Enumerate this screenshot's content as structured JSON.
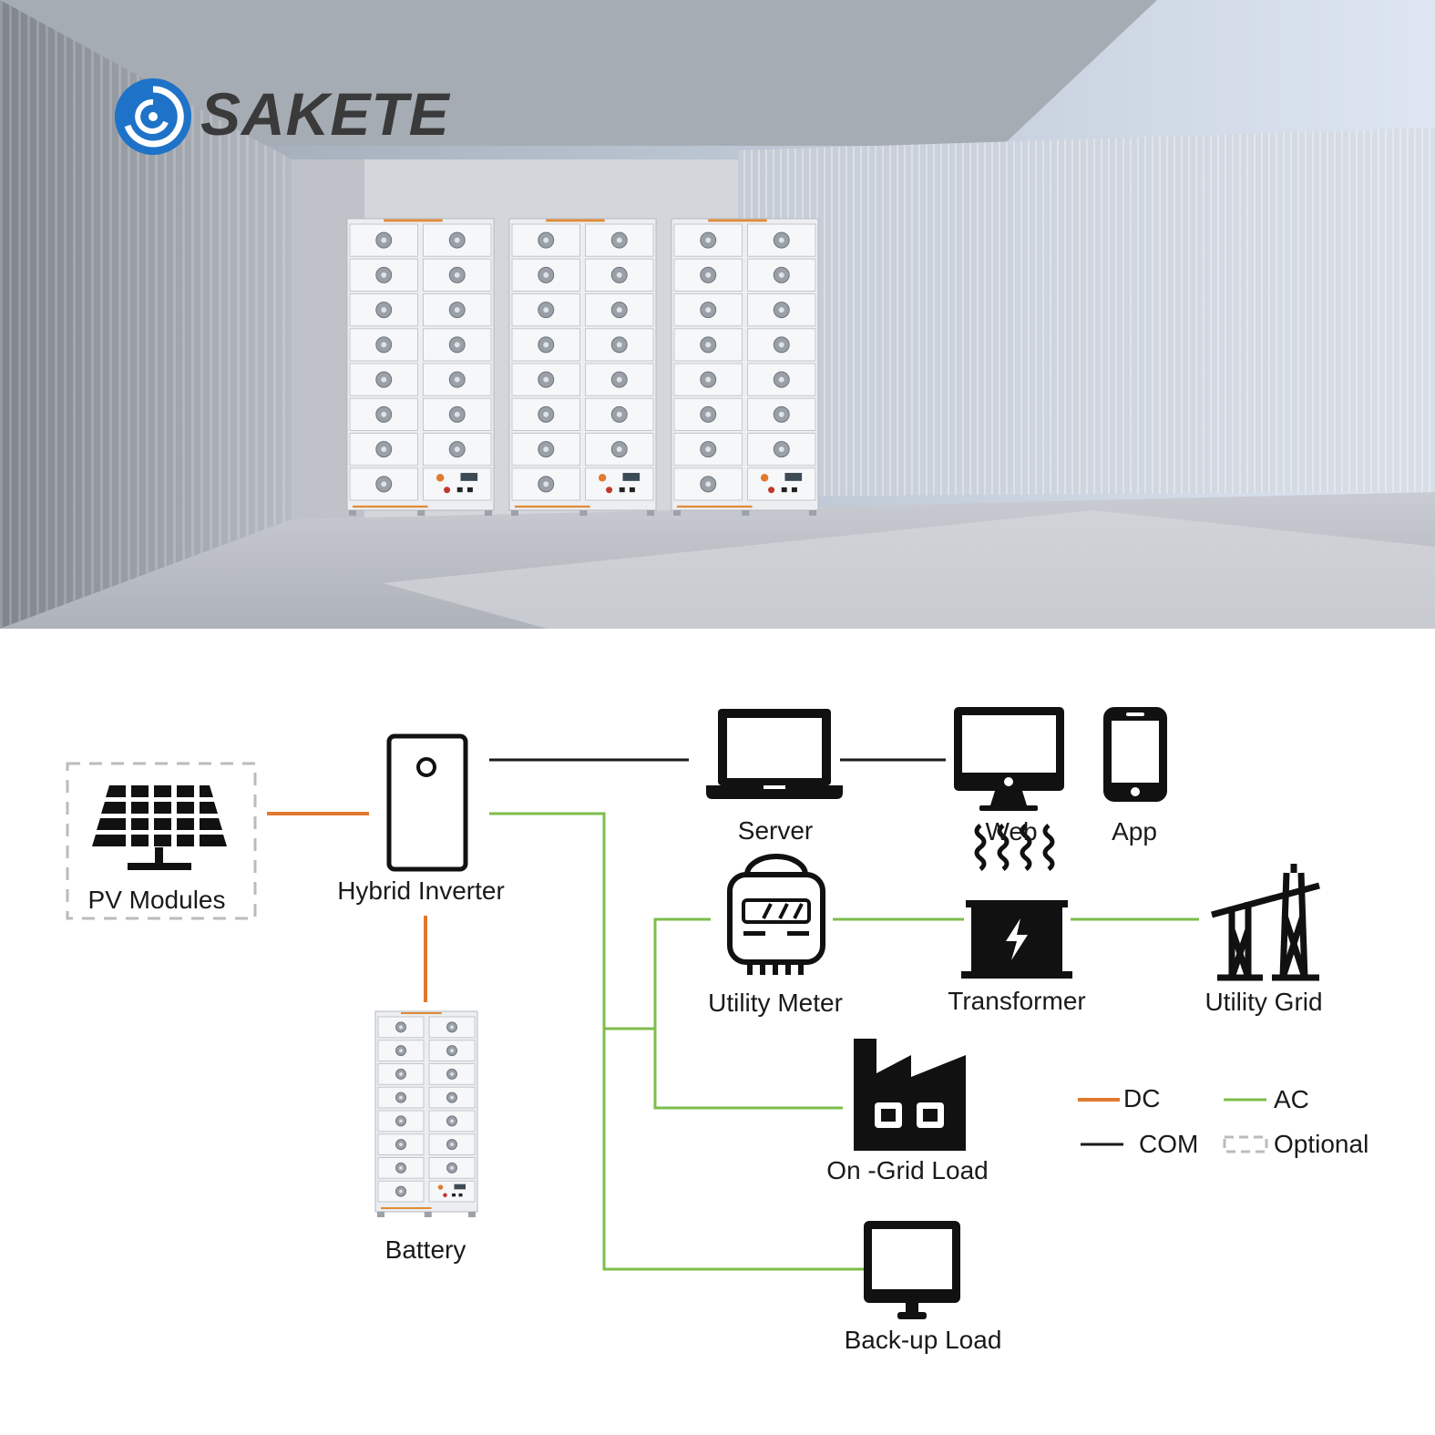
{
  "brand": {
    "name": "SAKETE",
    "colors": {
      "logo_blue": "#1e73c8",
      "wordmark": "#3a3a3a"
    }
  },
  "hero": {
    "icon": "battery-cabinet-photo",
    "cabinets": 3
  },
  "diagram": {
    "nodes": {
      "pv": {
        "label": "PV Modules",
        "icon": "solar-panel-icon"
      },
      "inverter": {
        "label": "Hybrid Inverter",
        "icon": "inverter-icon"
      },
      "battery": {
        "label": "Battery",
        "icon": "battery-cabinet-icon"
      },
      "server": {
        "label": "Server",
        "icon": "laptop-icon"
      },
      "web": {
        "label": "Web",
        "icon": "monitor-icon"
      },
      "app": {
        "label": "App",
        "icon": "phone-icon"
      },
      "meter": {
        "label": "Utility Meter",
        "icon": "meter-icon"
      },
      "transformer": {
        "label": "Transformer",
        "icon": "transformer-icon"
      },
      "grid": {
        "label": "Utility Grid",
        "icon": "transmission-tower-icon"
      },
      "ongrid": {
        "label": "On -Grid Load",
        "icon": "factory-icon"
      },
      "backup": {
        "label": "Back-up Load",
        "icon": "monitor-icon"
      }
    },
    "legend": {
      "dc": {
        "label": "DC",
        "color": "#e07a2e"
      },
      "ac": {
        "label": "AC",
        "color": "#7dbd4a"
      },
      "com": {
        "label": "COM",
        "color": "#1a1a1a"
      },
      "optional": {
        "label": "Optional",
        "color": "#bbbbbb"
      }
    }
  }
}
